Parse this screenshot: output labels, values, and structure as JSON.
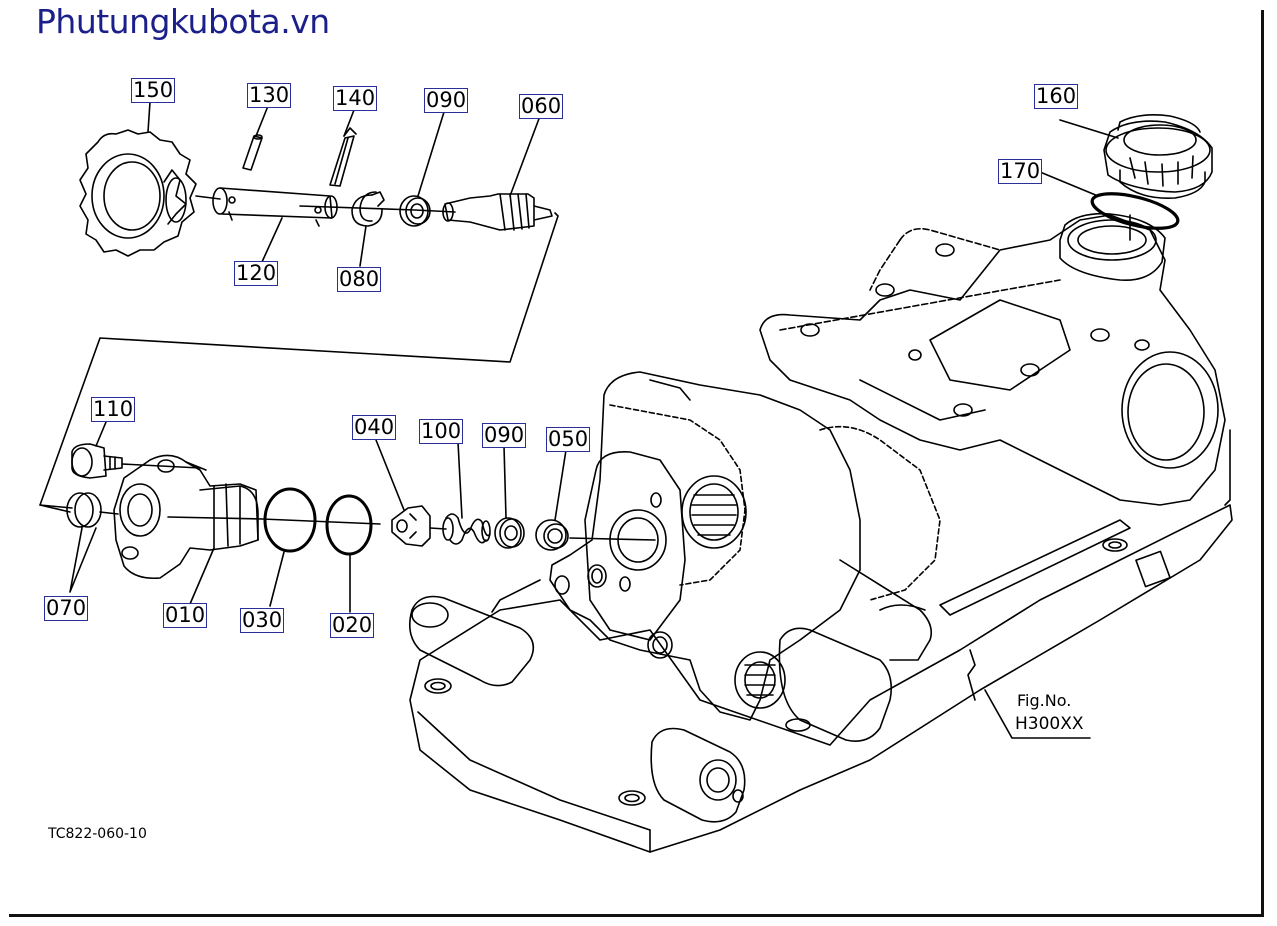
{
  "watermark": "Phutungkubota.vn",
  "figure": {
    "fig_label": "Fig.No.",
    "fig_number": "H300XX",
    "drawing_code": "TC822-060-10"
  },
  "callouts": {
    "p150": "150",
    "p130": "130",
    "p140": "140",
    "p090a": "090",
    "p060": "060",
    "p120": "120",
    "p080": "080",
    "p160": "160",
    "p170": "170",
    "p110": "110",
    "p040": "040",
    "p100": "100",
    "p090b": "090",
    "p050": "050",
    "p070": "070",
    "p010": "010",
    "p030": "030",
    "p020": "020"
  },
  "colors": {
    "watermark": "#1b1f8a",
    "callout_border": "#2a2f9a",
    "line": "#000000"
  }
}
